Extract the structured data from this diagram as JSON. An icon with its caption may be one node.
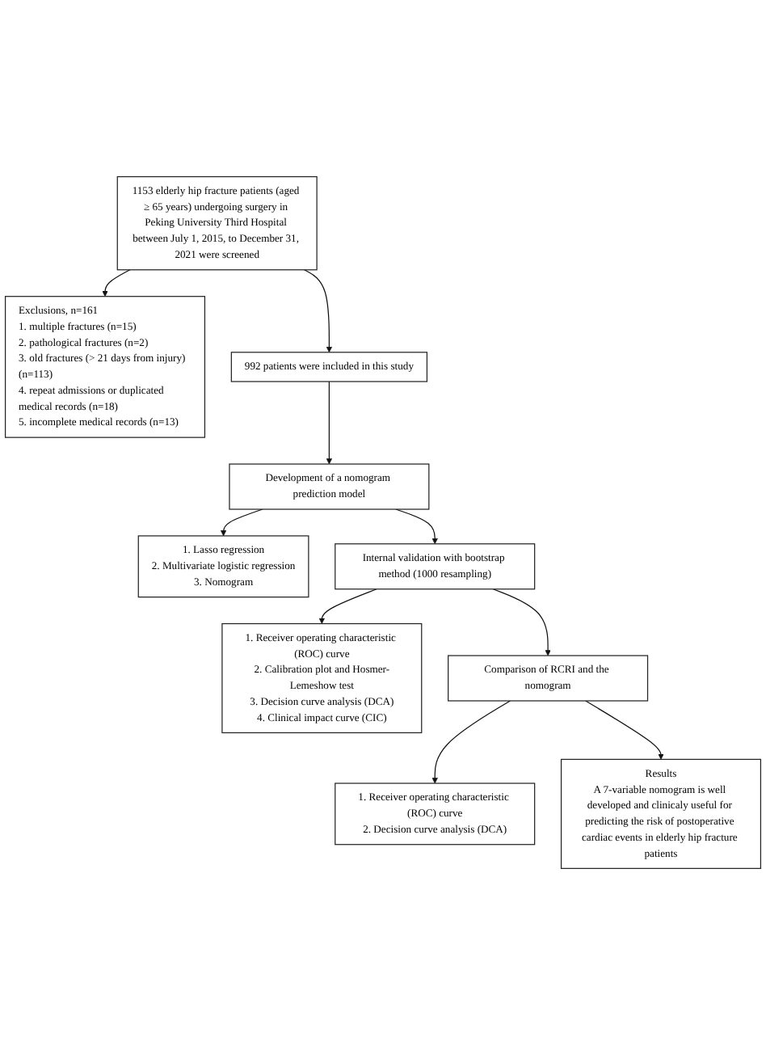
{
  "diagram": {
    "nodes": [
      {
        "text": [
          "1153 elderly hip fracture patients (aged ≥ 65 years) undergoing surgery in Peking University Third Hospital between July 1, 2015, to December 31, 2021 were screened"
        ]
      },
      {
        "text": [
          "Exclusions, n=161",
          "1. multiple fractures (n=15)",
          "2. pathological fractures (n=2)",
          "3. old fractures (> 21 days from injury) (n=113)",
          "4. repeat admissions or duplicated medical records (n=18)",
          "5. incomplete medical records (n=13)"
        ]
      },
      {
        "text": [
          "992 patients were included in this study"
        ]
      },
      {
        "text": [
          "Development of a nomogram prediction model"
        ]
      },
      {
        "text": [
          "1. Lasso regression",
          "2. Multivariate logistic regression",
          "3. Nomogram"
        ]
      },
      {
        "text": [
          "Internal validation with bootstrap method (1000 resampling)"
        ]
      },
      {
        "text": [
          "1. Receiver operating characteristic (ROC) curve",
          "2. Calibration plot and Hosmer-Lemeshow test",
          "3. Decision curve analysis (DCA)",
          "4. Clinical impact curve (CIC)"
        ]
      },
      {
        "text": [
          "Comparison of RCRI and the nomogram"
        ]
      },
      {
        "text": [
          "1. Receiver operating characteristic (ROC) curve",
          "2. Decision curve analysis (DCA)"
        ]
      },
      {
        "text": [
          "Results",
          "A 7-variable nomogram is well developed and clinicaly useful for predicting the risk of postoperative cardiac events in elderly hip fracture patients"
        ]
      }
    ],
    "edges": [
      {
        "from": 0,
        "to": 1,
        "arrow": "to"
      },
      {
        "from": 0,
        "to": 2,
        "arrow": "to"
      },
      {
        "from": 2,
        "to": 3,
        "arrow": "to"
      },
      {
        "from": 3,
        "to": 4,
        "arrow": "to"
      },
      {
        "from": 3,
        "to": 5,
        "arrow": "to"
      },
      {
        "from": 5,
        "to": 6,
        "arrow": "to"
      },
      {
        "from": 5,
        "to": 7,
        "arrow": "to"
      },
      {
        "from": 7,
        "to": 8,
        "arrow": "to"
      },
      {
        "from": 7,
        "to": 9,
        "arrow": "to"
      }
    ]
  }
}
